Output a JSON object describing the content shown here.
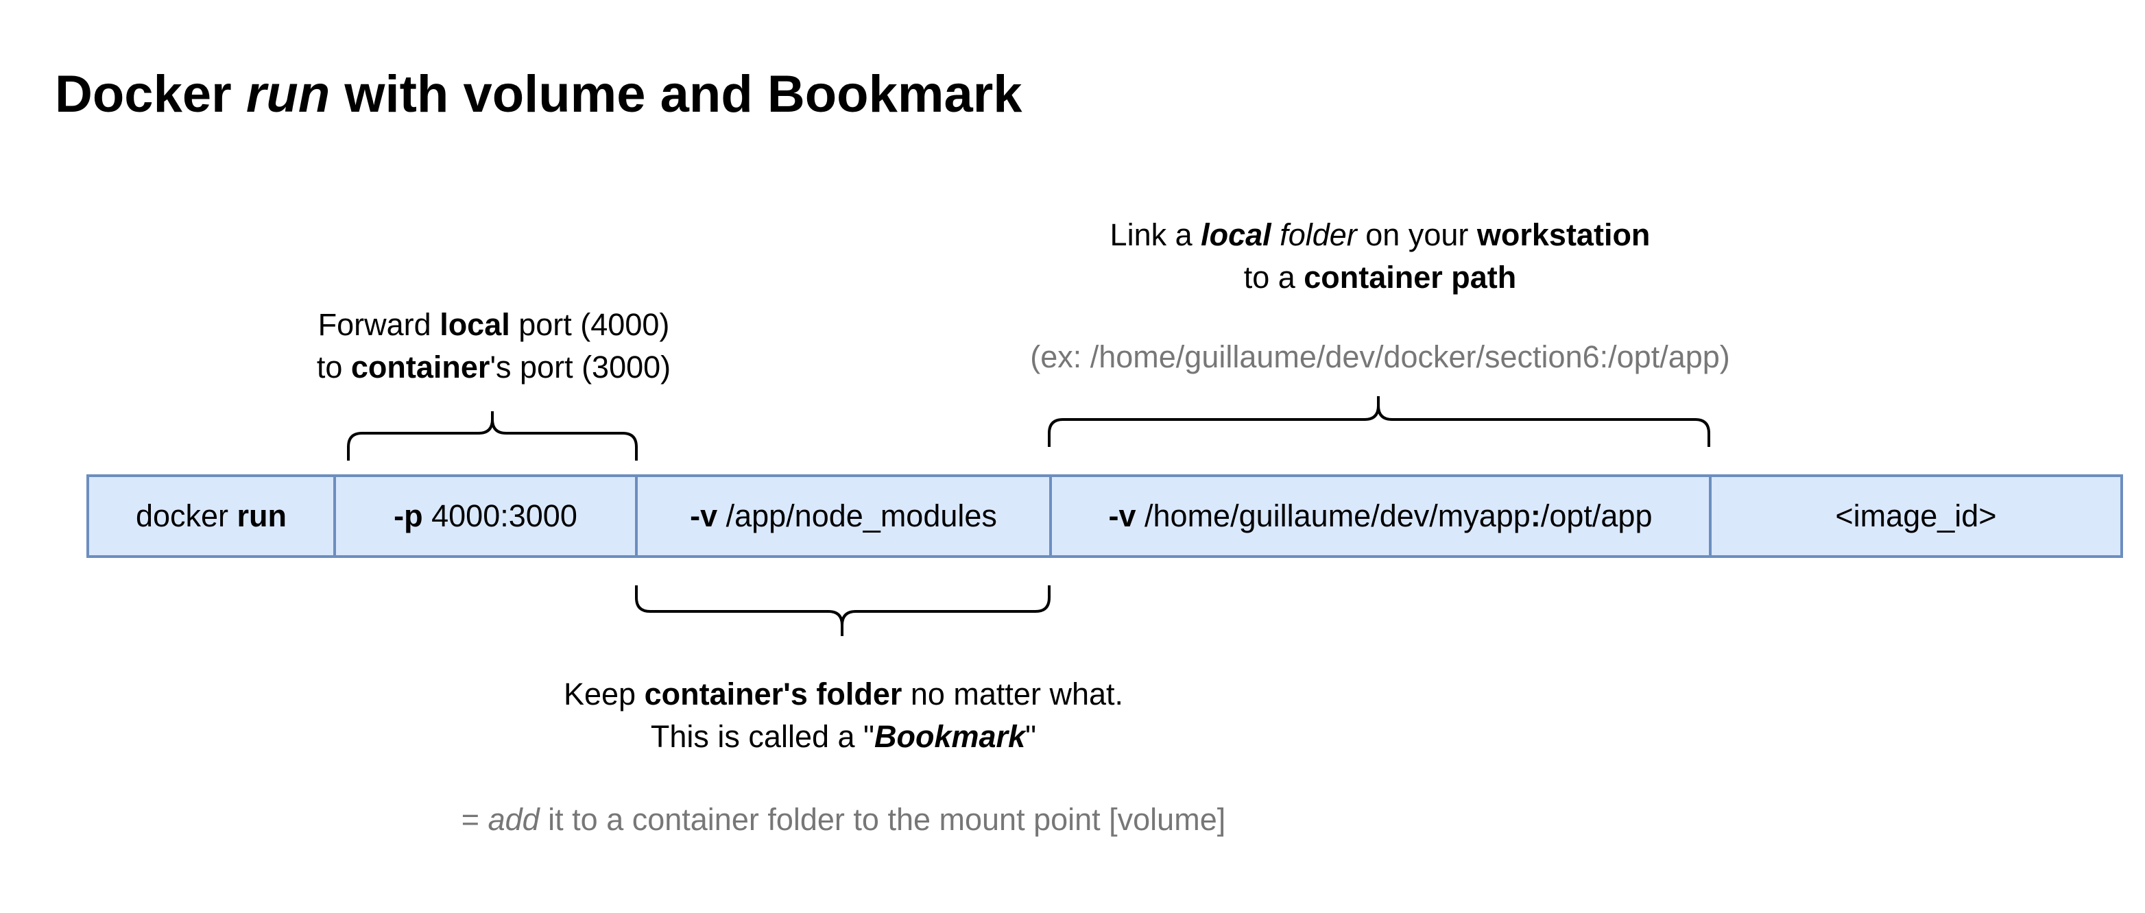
{
  "title": {
    "before": "Docker ",
    "em": "run",
    "after": " with volume and Bookmark"
  },
  "segments": [
    {
      "id": "docker-run",
      "parts": [
        {
          "t": "docker ",
          "s": "n"
        },
        {
          "t": "run",
          "s": "b"
        }
      ]
    },
    {
      "id": "port",
      "parts": [
        {
          "t": "-p",
          "s": "b"
        },
        {
          "t": " 4000:3000",
          "s": "n"
        }
      ]
    },
    {
      "id": "volume-bookmark",
      "parts": [
        {
          "t": "-v",
          "s": "b"
        },
        {
          "t": " /app/node_modules",
          "s": "n"
        }
      ]
    },
    {
      "id": "volume-mount",
      "parts": [
        {
          "t": "-v",
          "s": "b"
        },
        {
          "t": " /home/guillaume/dev/myapp",
          "s": "n"
        },
        {
          "t": ":",
          "s": "b"
        },
        {
          "t": "/opt/app",
          "s": "n"
        }
      ]
    },
    {
      "id": "image-id",
      "parts": [
        {
          "t": "<image_id>",
          "s": "n"
        }
      ]
    }
  ],
  "annotations": {
    "port": {
      "lines": [
        [
          {
            "t": "Forward ",
            "s": "n"
          },
          {
            "t": "local",
            "s": "b"
          },
          {
            "t": " port (4000)",
            "s": "n"
          }
        ],
        [
          {
            "t": "to ",
            "s": "n"
          },
          {
            "t": "container",
            "s": "b"
          },
          {
            "t": "'s port (3000)",
            "s": "n"
          }
        ]
      ]
    },
    "volume": {
      "lines": [
        [
          {
            "t": "Link a ",
            "s": "n"
          },
          {
            "t": "local",
            "s": "bi"
          },
          {
            "t": " ",
            "s": "n"
          },
          {
            "t": "folder",
            "s": "i"
          },
          {
            "t": " on your ",
            "s": "n"
          },
          {
            "t": "workstation",
            "s": "b"
          }
        ],
        [
          {
            "t": "to a ",
            "s": "n"
          },
          {
            "t": "container path",
            "s": "b"
          }
        ]
      ],
      "example": "(ex: /home/guillaume/dev/docker/section6:/opt/app)"
    },
    "bookmark": {
      "lines": [
        [
          {
            "t": "Keep ",
            "s": "n"
          },
          {
            "t": "container's folder",
            "s": "b"
          },
          {
            "t": " no matter what.",
            "s": "n"
          }
        ],
        [
          {
            "t": "This is called a \"",
            "s": "n"
          },
          {
            "t": "Bookmark",
            "s": "bi"
          },
          {
            "t": "\"",
            "s": "n"
          }
        ]
      ],
      "footnote": [
        {
          "t": "= ",
          "s": "n"
        },
        {
          "t": "add",
          "s": "i"
        },
        {
          "t": " it to a container folder to the mount point [volume]",
          "s": "n"
        }
      ]
    }
  },
  "colors": {
    "box_fill": "#dae8fc",
    "box_border": "#6c8ebf",
    "muted_text": "#777777"
  }
}
